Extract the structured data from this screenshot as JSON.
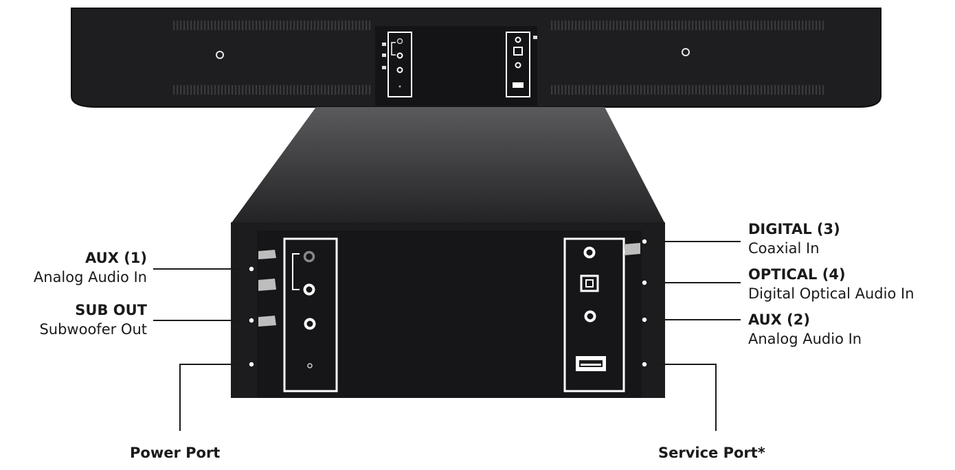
{
  "diagram": {
    "device": "soundbar-rear-panel",
    "labels_left": [
      {
        "id": "aux1",
        "title": "AUX (1)",
        "subtitle": "Analog Audio In"
      },
      {
        "id": "sub",
        "title": "SUB OUT",
        "subtitle": "Subwoofer Out"
      }
    ],
    "labels_right": [
      {
        "id": "digital",
        "title": "DIGITAL (3)",
        "subtitle": "Coaxial In"
      },
      {
        "id": "optical",
        "title": "OPTICAL (4)",
        "subtitle": "Digital Optical Audio In"
      },
      {
        "id": "aux2",
        "title": "AUX (2)",
        "subtitle": "Analog Audio In"
      }
    ],
    "labels_bottom": [
      {
        "id": "power",
        "title": "Power Port"
      },
      {
        "id": "service",
        "title": "Service Port*"
      }
    ],
    "colors": {
      "panel": "#1c1c1e",
      "panel_edge": "#0e0e10",
      "funnel_top": "#5a5a5c",
      "funnel_bottom": "#232325",
      "line": "#1a1a1a",
      "highlight": "#ffffff"
    }
  }
}
